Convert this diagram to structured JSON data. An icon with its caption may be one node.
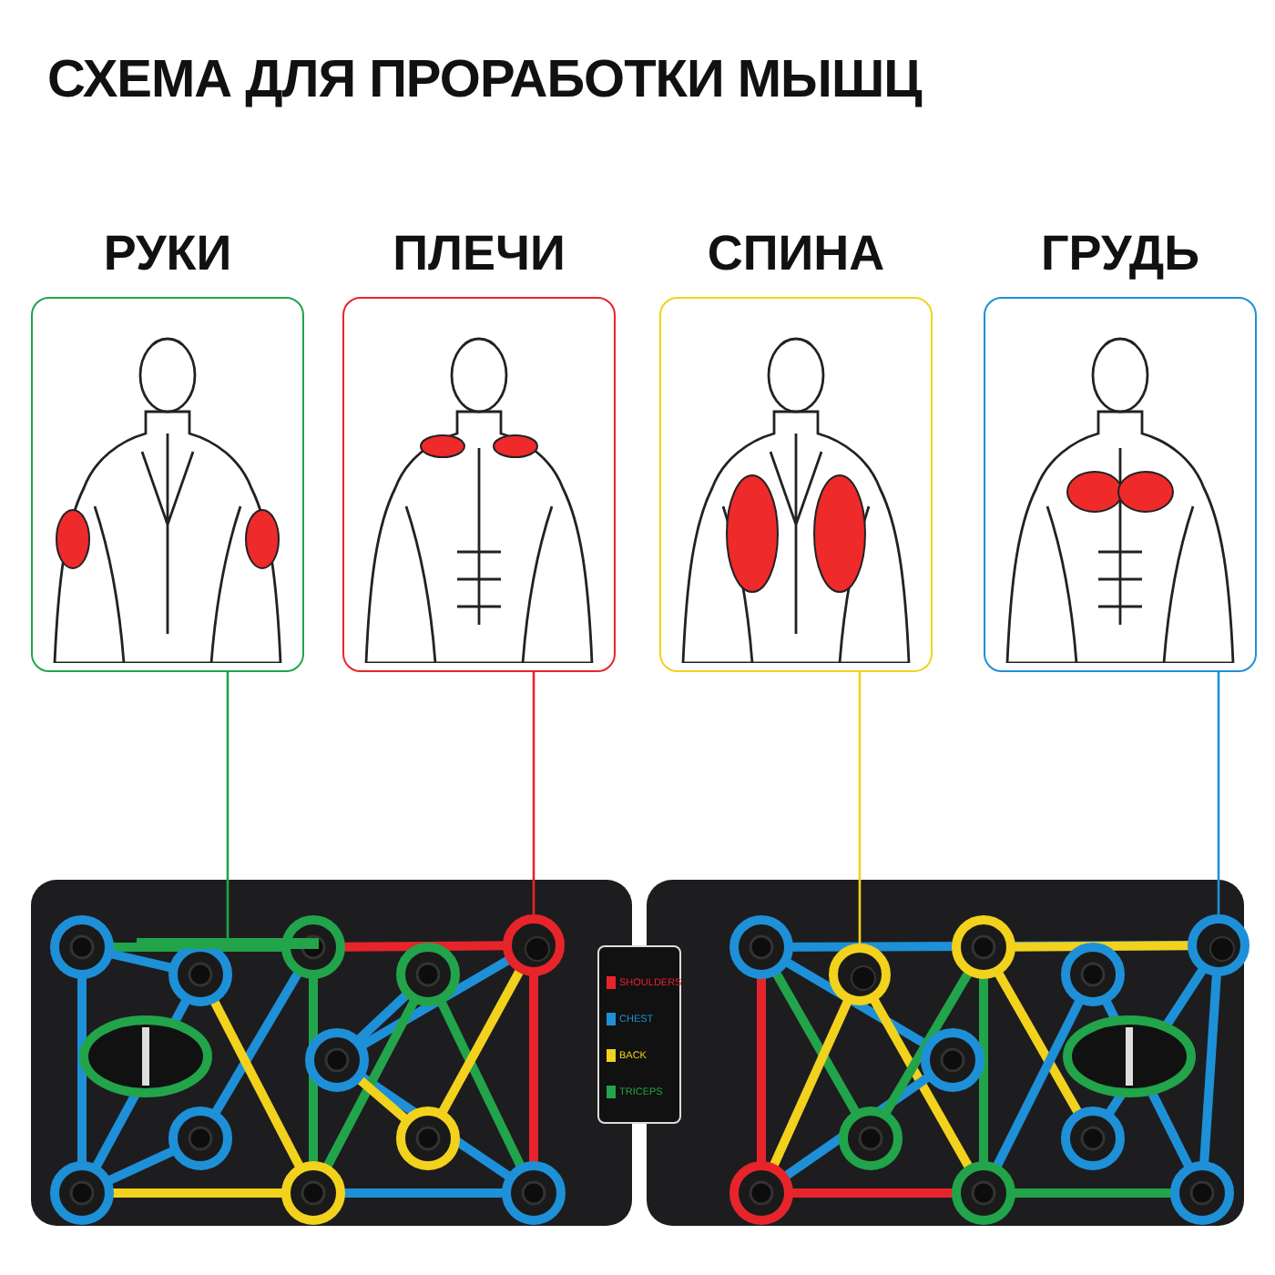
{
  "diagram": {
    "title": "СХЕМА ДЛЯ ПРОРАБОТКИ МЫШЦ",
    "nodes": [
      {
        "text": [
          "РУКИ"
        ]
      },
      {
        "text": [
          "ПЛЕЧИ"
        ]
      },
      {
        "text": [
          "СПИНА"
        ]
      },
      {
        "text": [
          "ГРУДЬ"
        ]
      },
      {
        "text": [],
        "shape": "picture"
      },
      {
        "text": [],
        "shape": "bar",
        "in": 4
      },
      {
        "text": [],
        "shape": "circle",
        "in": 4
      },
      {
        "text": [],
        "shape": "circle",
        "in": 4
      },
      {
        "text": [],
        "shape": "circle",
        "in": 4
      }
    ],
    "edges": [
      {
        "from": 0,
        "to": 5,
        "arrow": "none",
        "color": "#22a44a"
      },
      {
        "from": 1,
        "to": 6,
        "arrow": "none",
        "color": "#e8242b"
      },
      {
        "from": 2,
        "to": 7,
        "arrow": "none",
        "color": "#f2d21c"
      },
      {
        "from": 3,
        "to": 8,
        "arrow": "none",
        "color": "#1e90d8"
      }
    ],
    "legend": [
      {
        "text": "SHOULDERS",
        "color": "#e8242b"
      },
      {
        "text": "CHEST",
        "color": "#1e90d8"
      },
      {
        "text": "BACK",
        "color": "#f2d21c"
      },
      {
        "text": "TRICEPS",
        "color": "#22a44a"
      }
    ]
  }
}
